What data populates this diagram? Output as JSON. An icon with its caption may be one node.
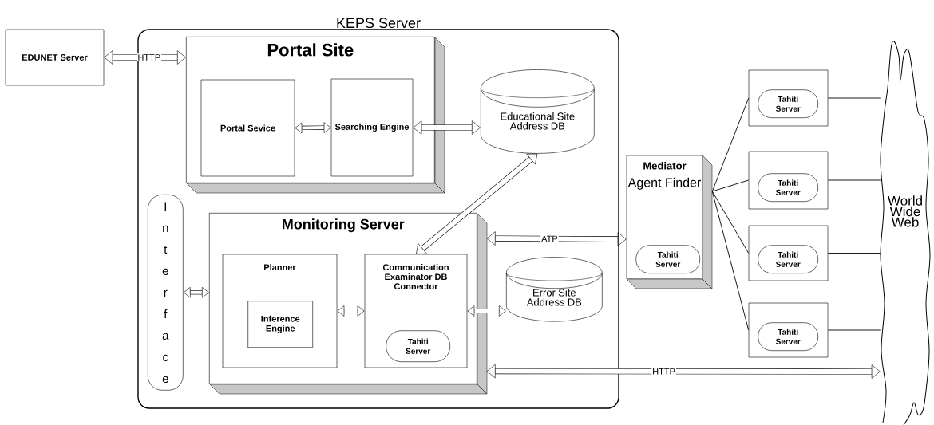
{
  "diagram": {
    "nodes": [
      {
        "text": [
          "EDUNET Server"
        ]
      },
      {
        "text": [
          "KEPS Server"
        ]
      },
      {
        "text": [
          "Portal Site"
        ],
        "in": 1
      },
      {
        "text": [
          "Portal Sevice"
        ],
        "in": 2
      },
      {
        "text": [
          "Searching Engine"
        ],
        "in": 2
      },
      {
        "text": [
          "Educational Site Address DB"
        ],
        "in": 1
      },
      {
        "text": [
          "Interface"
        ],
        "in": 1
      },
      {
        "text": [
          "Monitoring Server"
        ],
        "in": 1
      },
      {
        "text": [
          "Planner"
        ],
        "in": 7
      },
      {
        "text": [
          "Inference Engine"
        ],
        "in": 8
      },
      {
        "text": [
          "Communication Examinator DB Connector"
        ],
        "in": 7
      },
      {
        "text": [
          "Tahiti Server"
        ],
        "in": 10
      },
      {
        "text": [
          "Error Site Address DB"
        ],
        "in": 1
      },
      {
        "text": [
          "Mediator",
          "Agent Finder"
        ]
      },
      {
        "text": [
          "Tahiti Server"
        ],
        "in": 13
      },
      {
        "text": [],
        "shape": "box"
      },
      {
        "text": [
          "Tahiti Server"
        ],
        "in": 15
      },
      {
        "text": [],
        "shape": "box"
      },
      {
        "text": [
          "Tahiti Server"
        ],
        "in": 17
      },
      {
        "text": [],
        "shape": "box"
      },
      {
        "text": [
          "Tahiti Server"
        ],
        "in": 19
      },
      {
        "text": [],
        "shape": "box"
      },
      {
        "text": [
          "Tahiti Server"
        ],
        "in": 21
      },
      {
        "text": [
          "World Wide Web"
        ]
      }
    ],
    "edges": [
      {
        "from": 0,
        "to": 2,
        "arrow": "both",
        "label": "HTTP"
      },
      {
        "from": 3,
        "to": 4,
        "arrow": "both"
      },
      {
        "from": 4,
        "to": 5,
        "arrow": "both"
      },
      {
        "from": 10,
        "to": 5,
        "arrow": "both"
      },
      {
        "from": 6,
        "to": 7,
        "arrow": "both"
      },
      {
        "from": 8,
        "to": 10,
        "arrow": "both"
      },
      {
        "from": 10,
        "to": 12,
        "arrow": "both"
      },
      {
        "from": 7,
        "to": 13,
        "arrow": "both",
        "label": "ATP"
      },
      {
        "from": 7,
        "to": 23,
        "arrow": "both",
        "label": "HTTP"
      },
      {
        "from": 13,
        "to": 15,
        "arrow": "none"
      },
      {
        "from": 13,
        "to": 17,
        "arrow": "none"
      },
      {
        "from": 13,
        "to": 19,
        "arrow": "none"
      },
      {
        "from": 13,
        "to": 21,
        "arrow": "none"
      },
      {
        "from": 15,
        "to": 23,
        "arrow": "none"
      },
      {
        "from": 17,
        "to": 23,
        "arrow": "none"
      },
      {
        "from": 19,
        "to": 23,
        "arrow": "none"
      },
      {
        "from": 21,
        "to": 23,
        "arrow": "none"
      }
    ]
  }
}
